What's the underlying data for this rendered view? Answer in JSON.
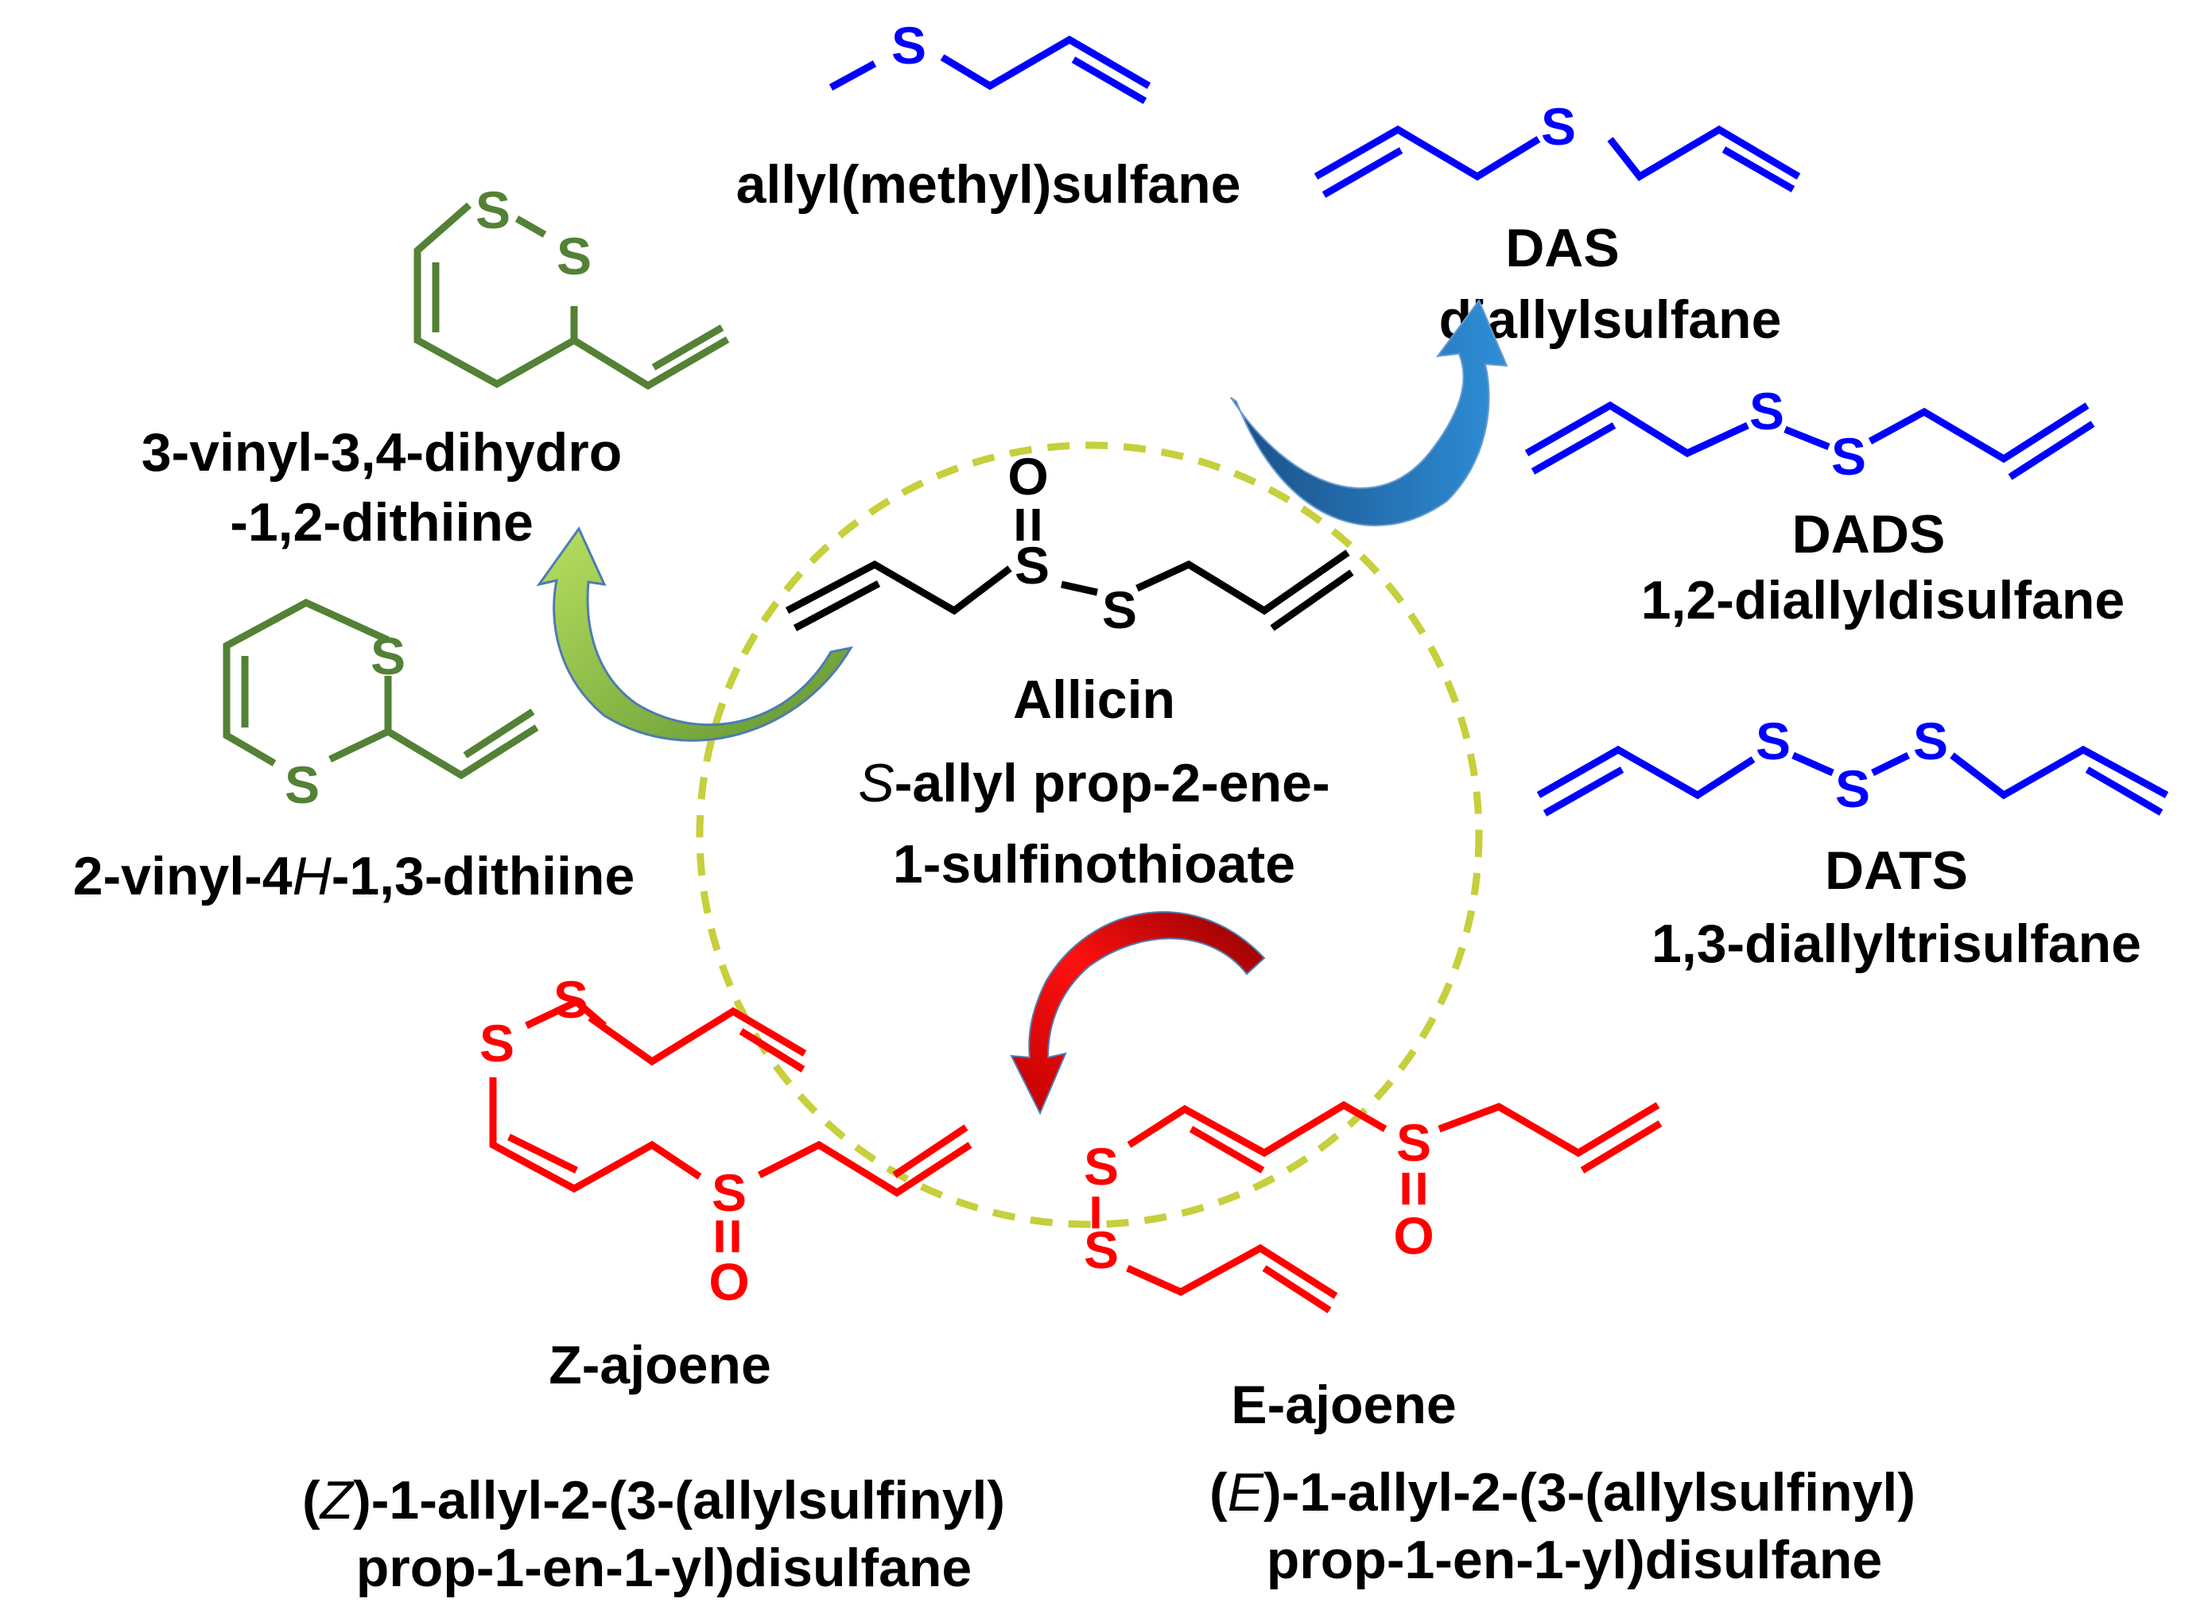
{
  "colors": {
    "center": "#000000",
    "green": "#538135",
    "blue": "#0000ff",
    "red": "#ff0000",
    "ring": "#c6cf3c",
    "arrow_blue": "#1f6fb0",
    "arrow_green": "#8cc540",
    "arrow_red": "#e00000"
  },
  "atoms": {
    "sulfur": "S",
    "oxygen": "O"
  },
  "center": {
    "name": "Allicin",
    "iupac_italic": "S",
    "iupac_rest": "-allyl prop-2-ene-",
    "iupac_line2": "1-sulfinothioate"
  },
  "top": {
    "name": "allyl(methyl)sulfane"
  },
  "das": {
    "abbr": "DAS",
    "name": "diallylsulfane"
  },
  "dads": {
    "abbr": "DADS",
    "name": "1,2-diallyldisulfane"
  },
  "dats": {
    "abbr": "DATS",
    "name": "1,3-diallyltrisulfane"
  },
  "vinyl12": {
    "line1": "3-vinyl-3,4-dihydro",
    "line2": "-1,2-dithiine"
  },
  "vinyl13": {
    "pre": "2-vinyl-4",
    "italic": "H",
    "post": "-1,3-dithiine"
  },
  "zajoene": {
    "name": "Z-ajoene",
    "open": "(",
    "italic": "Z",
    "rest": ")-1-allyl-2-(3-(allylsulfinyl)",
    "line2": "prop-1-en-1-yl)disulfane"
  },
  "eajoene": {
    "name": "E-ajoene",
    "open": "(",
    "italic": "E",
    "rest": ")-1-allyl-2-(3-(allylsulfinyl)",
    "line2": "prop-1-en-1-yl)disulfane"
  }
}
